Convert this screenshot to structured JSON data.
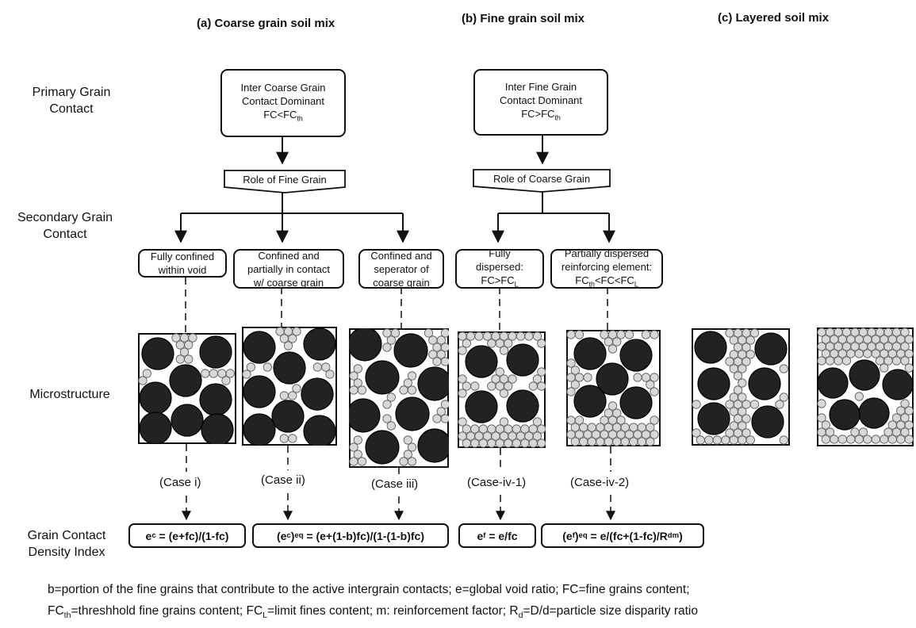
{
  "headers": {
    "a": "(a) Coarse grain soil mix",
    "b": "(b) Fine grain soil mix",
    "c": "(c) Layered soil mix"
  },
  "row_labels": {
    "primary_1": "Primary Grain",
    "primary_2": "Contact",
    "secondary_1": "Secondary Grain",
    "secondary_2": "Contact",
    "micro": "Microstructure",
    "gcdi_1": "Grain Contact",
    "gcdi_2": "Density Index"
  },
  "primary_boxes": {
    "coarse": {
      "line1": "Inter Coarse Grain",
      "line2": "Contact Dominant",
      "cond_main": "FC<FC",
      "cond_sub": "th"
    },
    "fine": {
      "line1": "Inter Fine Grain",
      "line2": "Contact Dominant",
      "cond_main": "FC>FC",
      "cond_sub": "th"
    }
  },
  "role_labels": {
    "fine": "Role of Fine Grain",
    "coarse": "Role of Coarse Grain"
  },
  "secondary_boxes": {
    "i": {
      "line1": "Fully confined",
      "line2": "within void"
    },
    "ii": {
      "line1": "Confined and",
      "line2": "partially in contact",
      "line3": "w/ coarse grain"
    },
    "iii": {
      "line1": "Confined and",
      "line2": "seperator of",
      "line3": "coarse grain"
    },
    "iv1": {
      "line1": "Fully",
      "line2": "dispersed:",
      "cond_a": "FC>FC",
      "cond_a_sub": "L"
    },
    "iv2": {
      "line1": "Partially dispersed",
      "line2": "reinforcing element:",
      "cond_a": "FC",
      "cond_a_sub": "th",
      "cond_b": "<FC<FC",
      "cond_b_sub": "L"
    }
  },
  "cases": {
    "i": "(Case i)",
    "ii": "(Case ii)",
    "iii": "(Case iii)",
    "iv1": "(Case-iv-1)",
    "iv2": "(Case-iv-2)"
  },
  "equations": {
    "e1": {
      "lhs": "e",
      "lhs_sub": "c",
      "rhs": " = (e+fc)/(1-fc)"
    },
    "e2": {
      "lhs": "(e",
      "lhs_sub": "c",
      "lhs2": ")",
      "lhs_sub2": "eq",
      "rhs": " = (e+(1-b)fc)/(1-(1-b)fc)"
    },
    "e3": {
      "lhs": "e",
      "lhs_sub": "f",
      "rhs": " = e/fc"
    },
    "e4": {
      "lhs": "(e",
      "lhs_sub": "f",
      "lhs2": ")",
      "lhs_sub2": "eq",
      "rhs": " = e/(fc+(1-fc)/R",
      "rhs_sub": "d",
      "rhs_sup": "m",
      "rhs_end": ")"
    }
  },
  "footer": {
    "l1": "b=portion of the fine grains that contribute to the active intergrain contacts; e=global void ratio; FC=fine grains content;",
    "l2_a": "FC",
    "l2_a_sub": "th",
    "l2_b": "=threshhold fine grains content; FC",
    "l2_b_sub": "L",
    "l2_c": "=limit fines content; m: reinforcement factor; R",
    "l2_c_sub": "d",
    "l2_d": "=D/d=particle size disparity ratio"
  },
  "colors": {
    "ink": "#111111",
    "coarse_grain": "#222222",
    "fine_grain": "#d8d8d8"
  }
}
